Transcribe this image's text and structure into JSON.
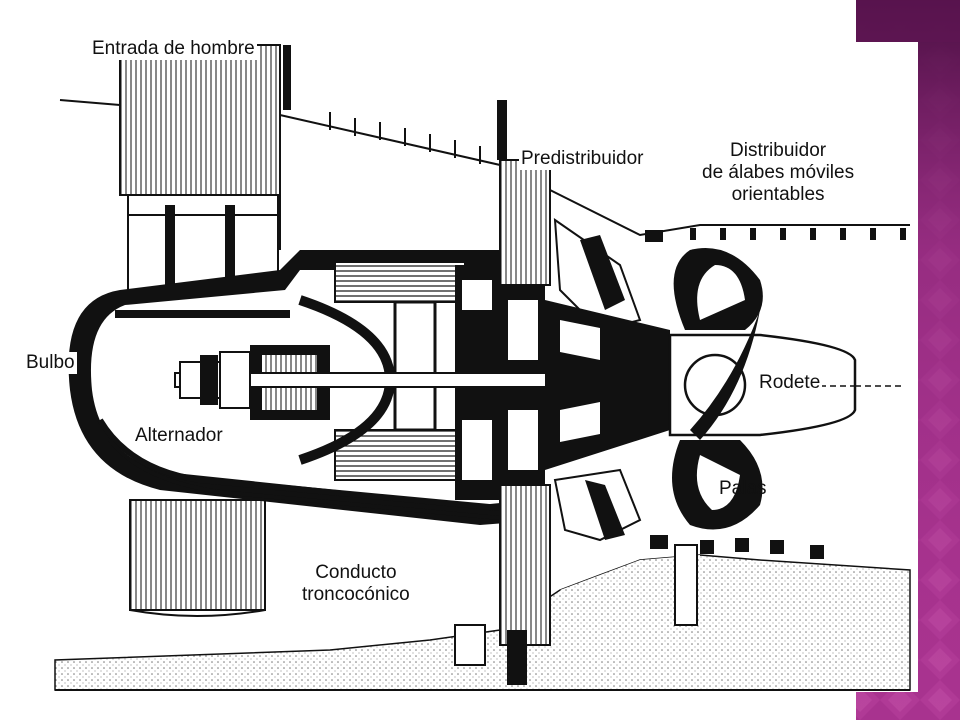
{
  "slide": {
    "accent_color": "#a8338f",
    "accent_dark": "#5e1653",
    "background": "#ffffff"
  },
  "diagram": {
    "labels": {
      "manhole": "Entrada de hombre",
      "predistributor": "Predistribuidor",
      "distributor_line1": "Distribuidor",
      "distributor_line2": "de álabes móviles",
      "distributor_line3": "orientables",
      "bulb": "Bulbo",
      "alternator": "Alternador",
      "runner": "Rodete",
      "blades": "Palas",
      "conduit_line1": "Conducto",
      "conduit_line2": "troncocónico"
    }
  }
}
